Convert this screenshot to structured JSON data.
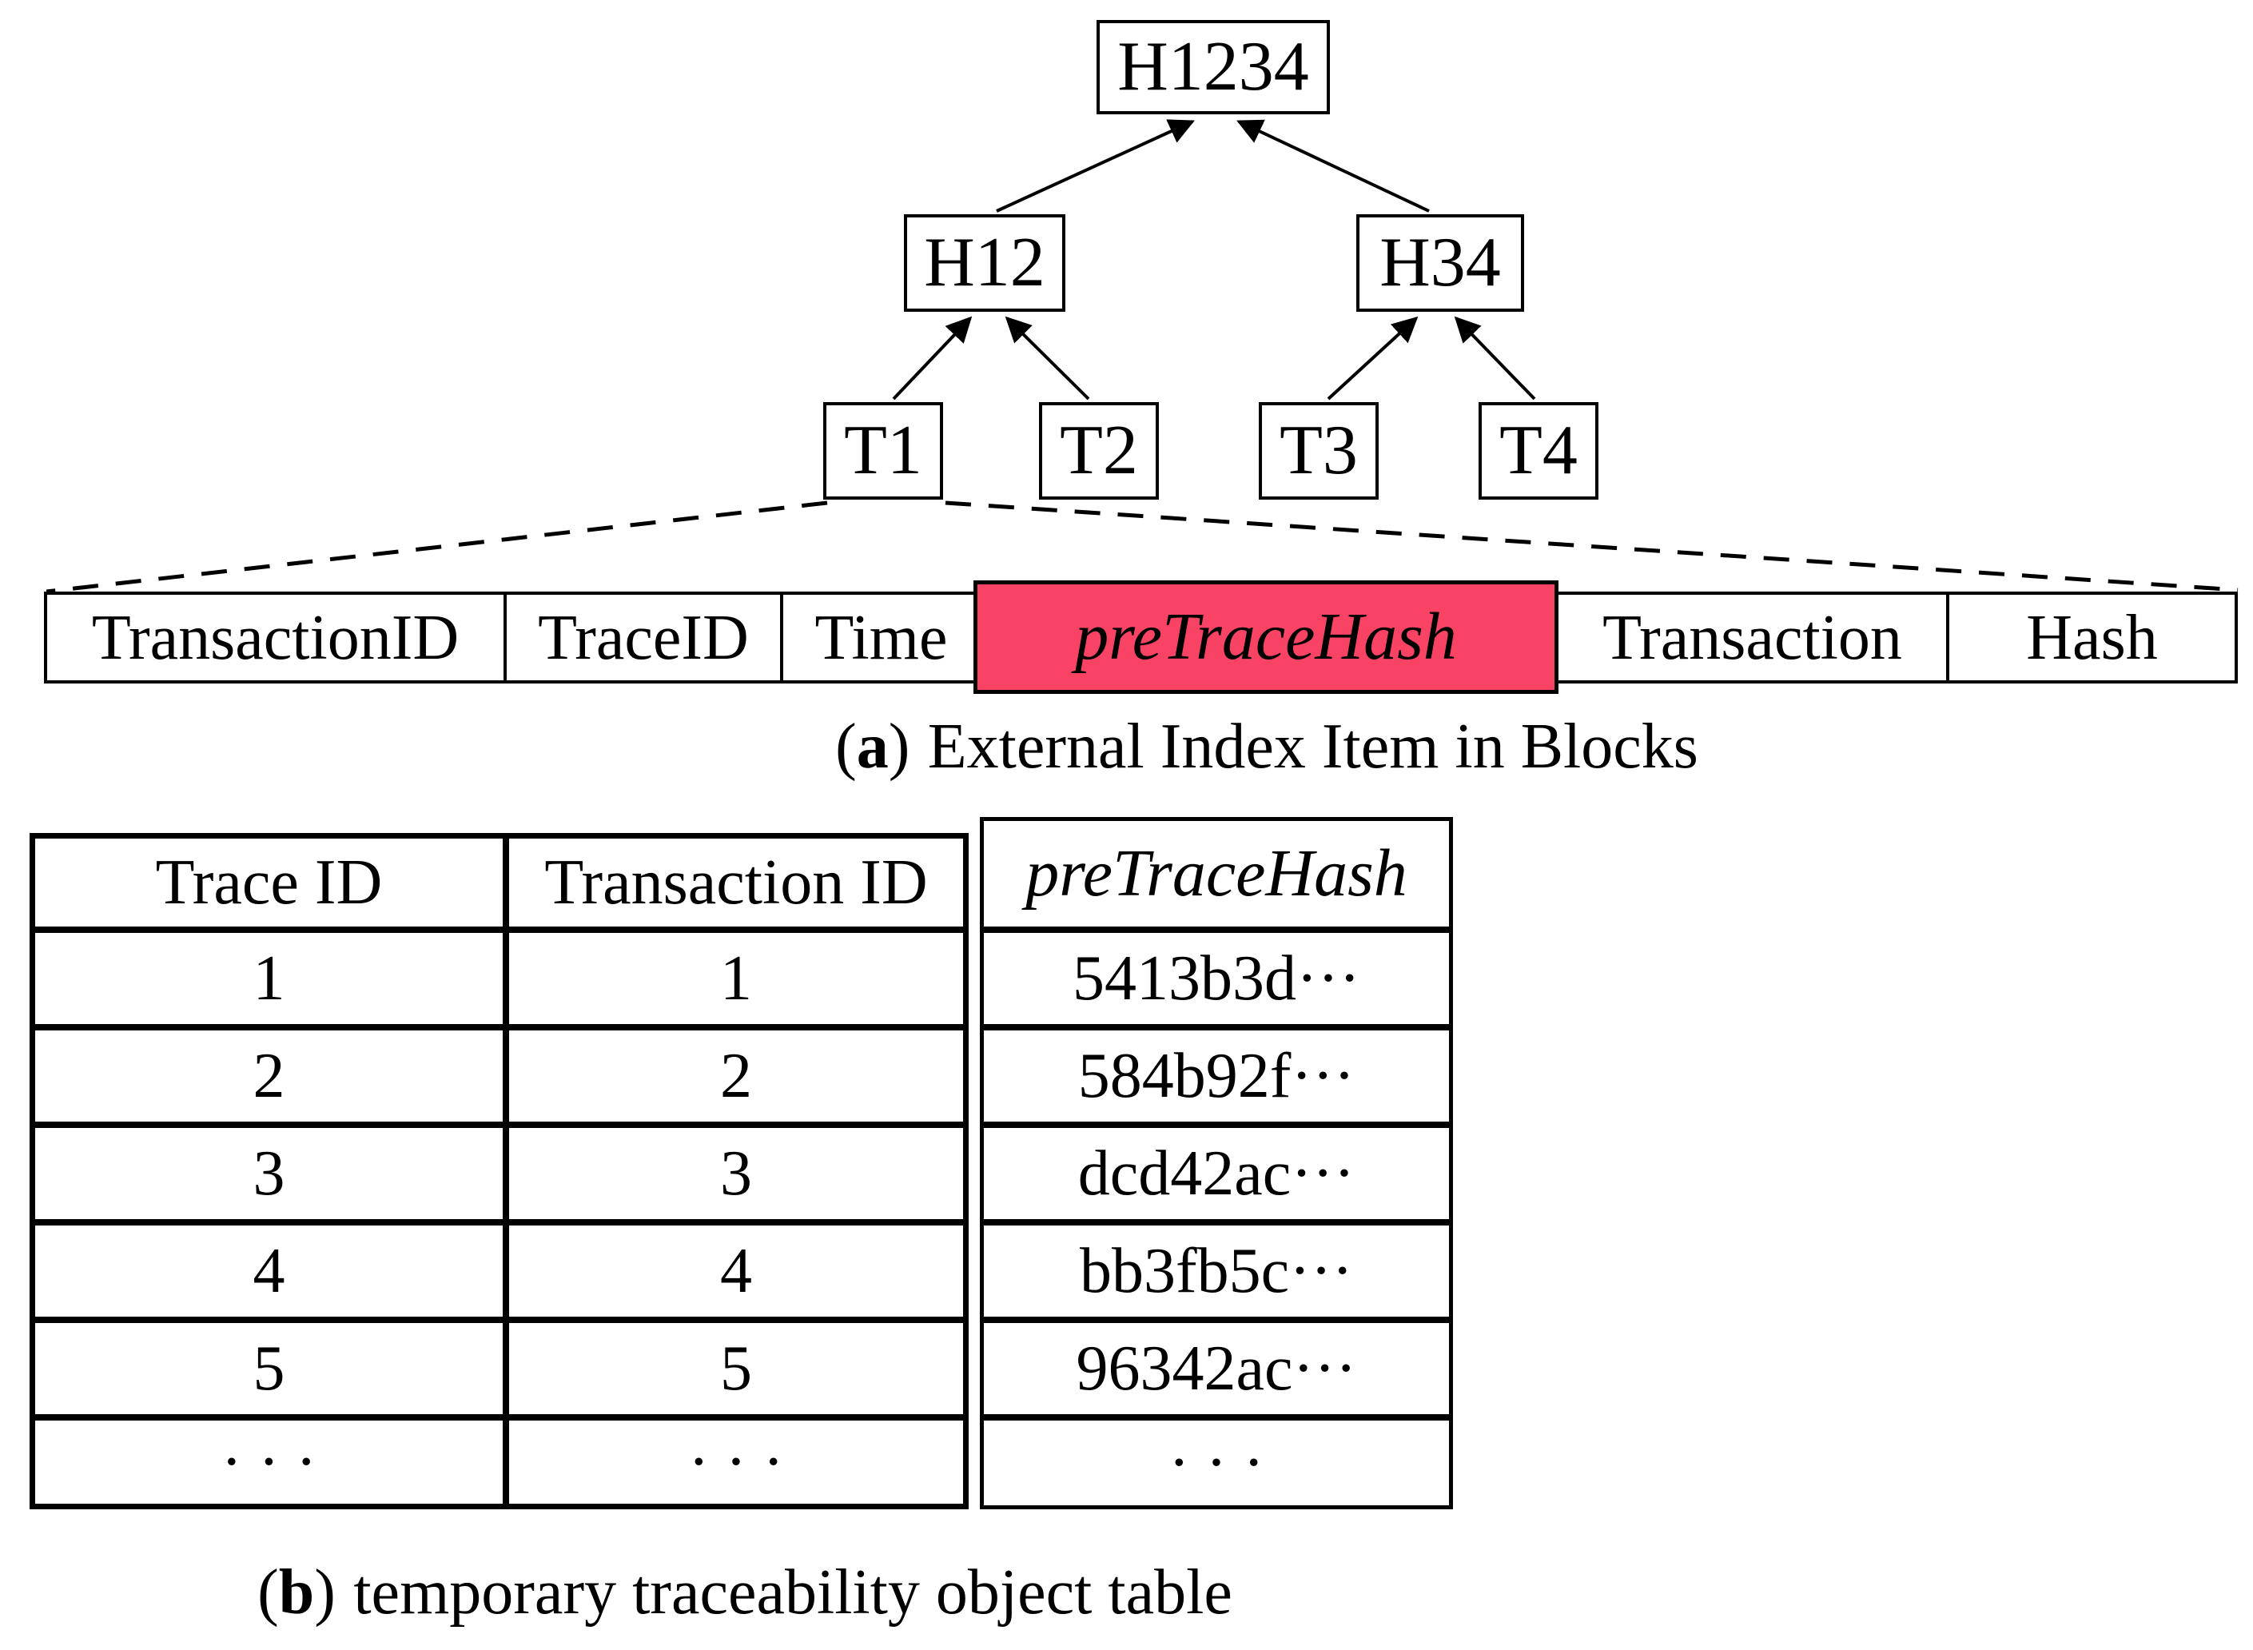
{
  "tree": {
    "root": "H1234",
    "internal": [
      "H12",
      "H34"
    ],
    "leaves": [
      "T1",
      "T2",
      "T3",
      "T4"
    ]
  },
  "record": {
    "fields": [
      "TransactionID",
      "TraceID",
      "Time",
      "preTraceHash",
      "Transaction",
      "Hash"
    ],
    "highlight_field": "preTraceHash",
    "highlight_color": "#f94365"
  },
  "captions": {
    "a": {
      "prefix": "(",
      "letter": "a",
      "suffix": ")",
      "text": "External Index Item in Blocks"
    },
    "b": {
      "prefix": "(",
      "letter": "b",
      "suffix": ")",
      "text": "temporary traceability object table"
    }
  },
  "table": {
    "headers": [
      "Trace ID",
      "Transaction ID",
      "preTraceHash"
    ],
    "rows": [
      [
        "1",
        "1",
        "5413b3d···"
      ],
      [
        "2",
        "2",
        "584b92f···"
      ],
      [
        "3",
        "3",
        "dcd42ac···"
      ],
      [
        "4",
        "4",
        "bb3fb5c···"
      ],
      [
        "5",
        "5",
        "96342ac···"
      ],
      [
        "· · ·",
        "· · ·",
        "· · ·"
      ]
    ]
  },
  "colors": {
    "highlight": "#f94365",
    "line": "#000000",
    "background": "#ffffff"
  }
}
